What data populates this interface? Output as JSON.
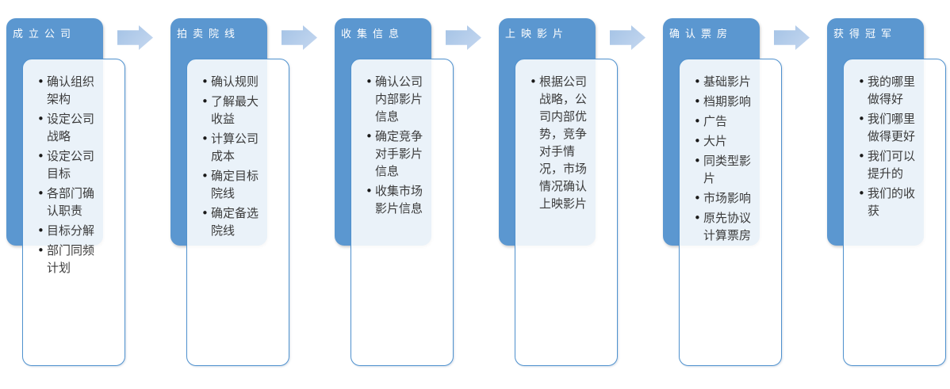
{
  "diagram": {
    "type": "process-flow",
    "steps": [
      {
        "header": "成立公司",
        "bullets": [
          "确认组织架构",
          "设定公司战略",
          "设定公司目标",
          "各部门确认职责",
          "目标分解",
          "部门同频计划"
        ]
      },
      {
        "header": "拍卖院线",
        "bullets": [
          "确认规则",
          "了解最大收益",
          "计算公司成本",
          "确定目标院线",
          "确定备选院线"
        ]
      },
      {
        "header": "收集信息",
        "bullets": [
          "确认公司内部影片信息",
          "确定竞争对手影片信息",
          "收集市场影片信息"
        ]
      },
      {
        "header": "上映影片",
        "bullets": [
          "根据公司战略，公司内部优势，竞争对手情况，市场情况确认上映影片"
        ]
      },
      {
        "header": "确认票房",
        "bullets": [
          "基础影片",
          "档期影响",
          "广告",
          "大片",
          "同类型影片",
          "市场影响",
          "原先协议计算票房"
        ]
      },
      {
        "header": "获得冠军",
        "bullets": [
          "我的哪里做得好",
          "我们哪里做得更好",
          "我们可以提升的",
          "我们的收获"
        ]
      }
    ],
    "icons": {
      "connector": "right-block-arrow"
    },
    "colors": {
      "header_bg": "#5b97d0",
      "header_text": "#ffffff",
      "card_border": "#4f91ce",
      "card_tint": "#e9f0f8",
      "arrow": "#adc9e9",
      "body_text": "#3b3b3b"
    }
  }
}
